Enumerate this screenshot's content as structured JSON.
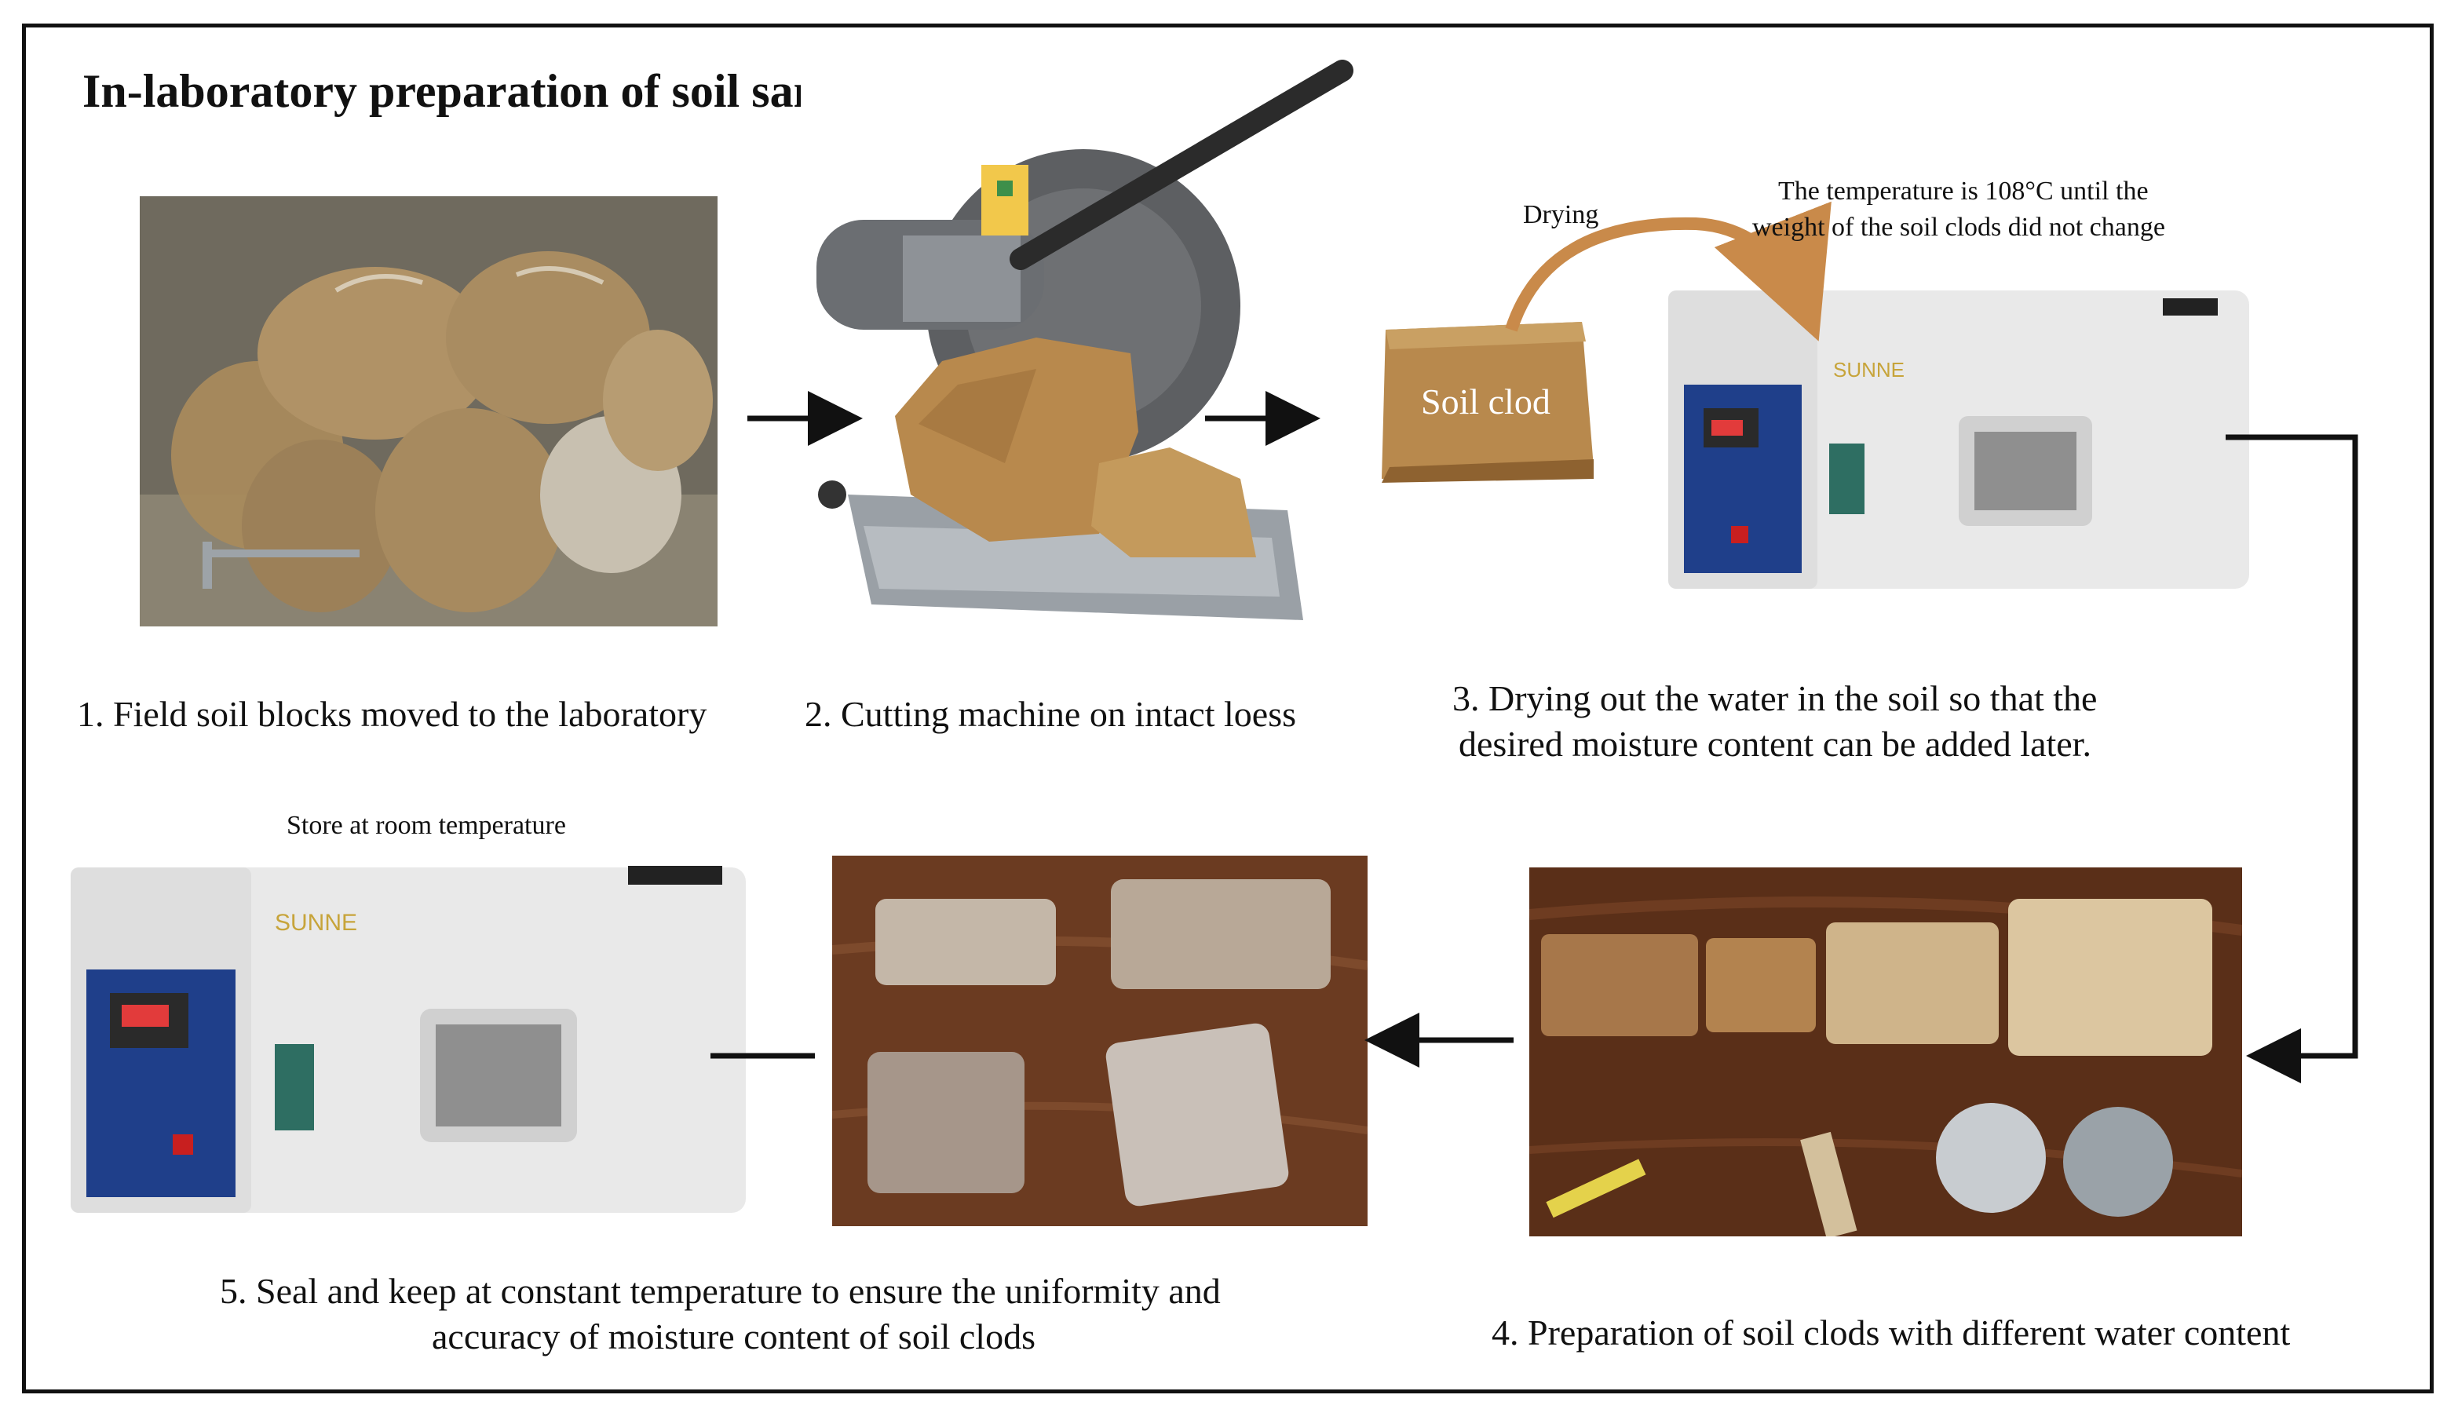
{
  "figure": {
    "title": "In-laboratory preparation of soil samples",
    "steps": [
      {
        "caption": "1. Field soil blocks moved to the laboratory"
      },
      {
        "caption": "2. Cutting machine on intact loess"
      },
      {
        "caption_line1": "3. Drying out the water in the soil so that the",
        "caption_line2": "desired moisture content can be added later."
      },
      {
        "caption": "4. Preparation of soil clods with different water content"
      },
      {
        "caption_line1": "5. Seal and keep at constant temperature to ensure the uniformity and",
        "caption_line2": "accuracy of moisture content of soil clods"
      }
    ],
    "annotations": {
      "drying": "Drying",
      "temperature_line1": "The temperature is 108°C until the",
      "temperature_line2": "weight of the soil clods  did not change",
      "soil_clod": "Soil clod",
      "store": "Store at room temperature"
    },
    "oven_brand": "SUNNE",
    "colors": {
      "soil": "#b8894d",
      "soil_dark": "#8e6230",
      "oven_body": "#e9e9e9",
      "oven_panel": "#1f3f8a",
      "arrow": "#111111",
      "curved_arrow": "#c98a4a",
      "table_wood": "#5a2f18"
    }
  }
}
